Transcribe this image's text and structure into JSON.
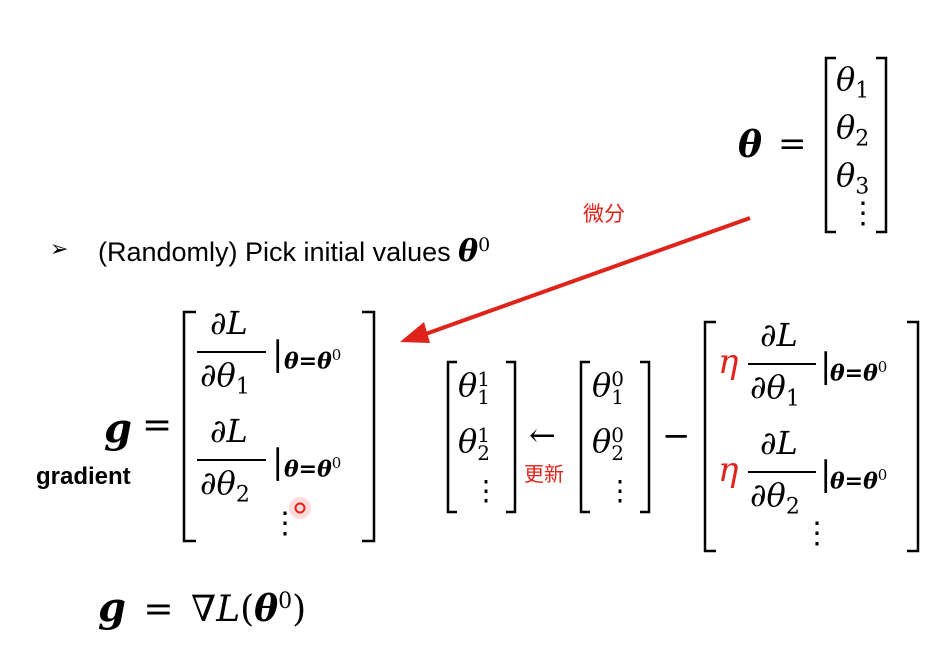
{
  "colors": {
    "annotation": "#e0231a",
    "eta": "#e0231a",
    "text": "#000000"
  },
  "theta_def": {
    "lhs": "θ",
    "eq": "=",
    "entries": [
      "θ",
      "θ",
      "θ"
    ],
    "subscripts": [
      "1",
      "2",
      "3"
    ],
    "ellipsis": "⋮"
  },
  "annotation_diff": "微分",
  "annotation_update": "更新",
  "bullet": {
    "marker": "➢",
    "text": "(Randomly) Pick initial values ",
    "symbol": "θ",
    "sup": "0"
  },
  "gradient": {
    "lhs": "g",
    "eq": "=",
    "label": "gradient",
    "partial_num": "∂L",
    "partial_den": "∂θ",
    "den_subscripts": [
      "1",
      "2"
    ],
    "eval_bar": "|",
    "eval_cond": "θ=θ",
    "eval_sup": "0",
    "ellipsis": "⋮"
  },
  "update": {
    "lhs_entries": [
      "θ",
      "θ"
    ],
    "lhs_sup": [
      "1",
      "1"
    ],
    "lhs_sub": [
      "1",
      "2"
    ],
    "arrow": "←",
    "rhs_entries": [
      "θ",
      "θ"
    ],
    "rhs_sup": [
      "0",
      "0"
    ],
    "rhs_sub": [
      "1",
      "2"
    ],
    "minus": "−",
    "eta": "η",
    "ellipsis": "⋮"
  },
  "compact": {
    "lhs": "g",
    "eq": "=",
    "nabla": "∇",
    "L": "L",
    "open": "(",
    "theta": "θ",
    "sup": "0",
    "close": ")"
  }
}
